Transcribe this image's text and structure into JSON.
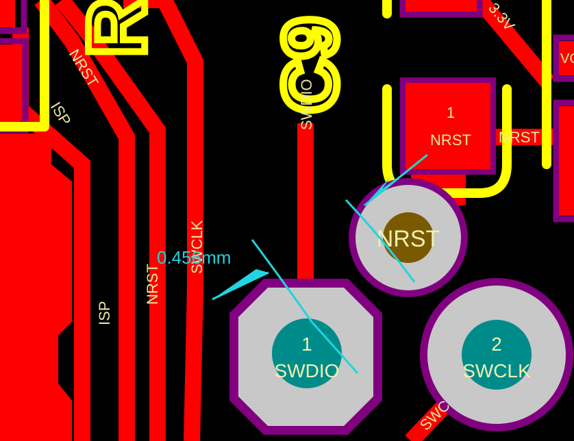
{
  "colors": {
    "background": "#000000",
    "top_copper": "#ff0000",
    "silkscreen": "#ffff00",
    "solder_mask": "#800080",
    "pad_ring": "#c8c8c8",
    "via_hole": "#7a5a00",
    "drill_hole": "#008b8b",
    "net_label": "#e8e8a0",
    "measure_line": "#22d3e0",
    "pad_label": "#f0f0b0"
  },
  "silkscreen": {
    "r_label": "R",
    "c_label": "C9",
    "net_33v": "3.3V",
    "vc_label": "VC"
  },
  "traces": {
    "nrst_left": "NRST",
    "isp_upper": "ISP",
    "isp_lower": "ISP",
    "nrst_vertical": "NRST",
    "swclk_vertical": "SWCLK",
    "swdio_vertical": "SWDIO",
    "nrst_right": "NRST",
    "swc_bottom": "SWC"
  },
  "pads": {
    "c9_pad": {
      "number": "1",
      "net": "NRST"
    },
    "nrst_via": {
      "net": "NRST"
    },
    "swdio_pad": {
      "number": "1",
      "net": "SWDIO"
    },
    "swclk_pad": {
      "number": "2",
      "net": "SWCLK"
    }
  },
  "measurement": {
    "value": "0.456mm"
  }
}
